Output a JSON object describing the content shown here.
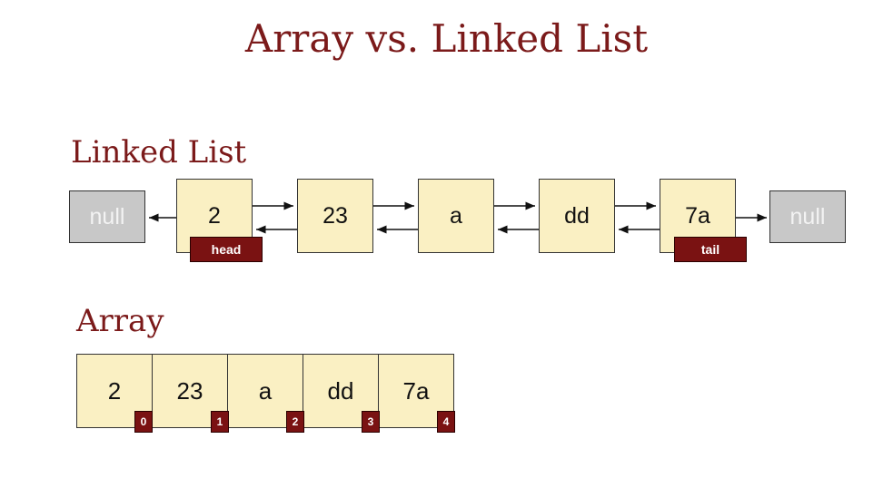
{
  "title": "Array vs. Linked List",
  "linked_list": {
    "heading": "Linked List",
    "null_left": "null",
    "null_right": "null",
    "nodes": [
      "2",
      "23",
      "a",
      "dd",
      "7a"
    ],
    "head_label": "head",
    "tail_label": "tail"
  },
  "array": {
    "heading": "Array",
    "cells": [
      "2",
      "23",
      "a",
      "dd",
      "7a"
    ],
    "indices": [
      "0",
      "1",
      "2",
      "3",
      "4"
    ]
  },
  "colors": {
    "title": "#7b1a1a",
    "node_fill": "#faf0c3",
    "null_fill": "#c8c8c8",
    "tag_fill": "#7a1212"
  }
}
